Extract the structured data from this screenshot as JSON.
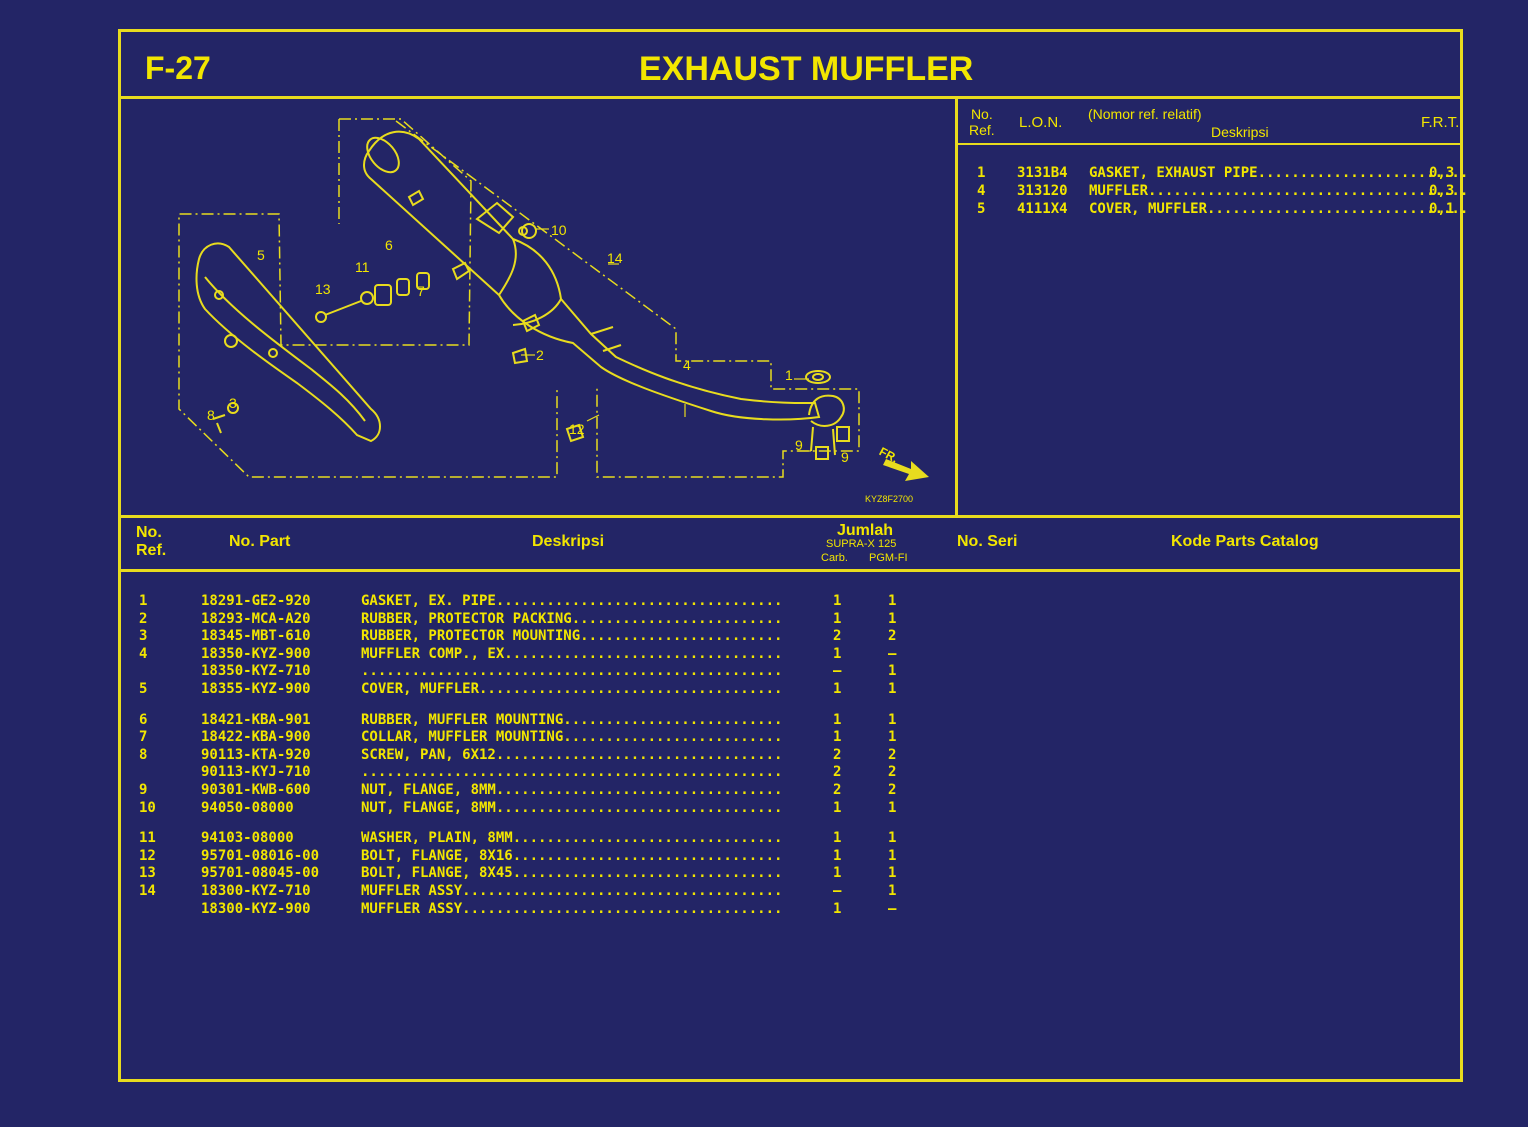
{
  "header": {
    "code": "F-27",
    "title": "EXHAUST MUFFLER"
  },
  "diagram": {
    "drawing_code": "KYZ8F2700",
    "arrow_label": "FR.",
    "callouts": [
      "1",
      "2",
      "3",
      "4",
      "5",
      "6",
      "7",
      "8",
      "9",
      "9",
      "10",
      "11",
      "12",
      "13",
      "14"
    ]
  },
  "frt_table": {
    "headers": {
      "no_ref": [
        "No.",
        "Ref."
      ],
      "lon": "L.O.N.",
      "nomor_ref": "(Nomor ref. relatif)",
      "deskripsi": "Deskripsi",
      "frt": "F.R.T."
    },
    "rows": [
      {
        "ref": "1",
        "lon": "3131B4",
        "desc": "GASKET, EXHAUST PIPE",
        "frt": "0,3"
      },
      {
        "ref": "4",
        "lon": "313120",
        "desc": "MUFFLER",
        "frt": "0,3"
      },
      {
        "ref": "5",
        "lon": "4111X4",
        "desc": "COVER, MUFFLER",
        "frt": "0,1"
      }
    ]
  },
  "parts_table": {
    "headers": {
      "no_ref": [
        "No.",
        "Ref."
      ],
      "no_part": "No. Part",
      "deskripsi": "Deskripsi",
      "jumlah": "Jumlah",
      "model": "SUPRA-X 125",
      "carb": "Carb.",
      "pgmfi": "PGM-FI",
      "no_seri": "No. Seri",
      "kode": "Kode Parts Catalog"
    },
    "groups": [
      [
        {
          "ref": "1",
          "part": "18291-GE2-920",
          "desc": "GASKET, EX. PIPE",
          "carb": "1",
          "pgm": "1"
        },
        {
          "ref": "2",
          "part": "18293-MCA-A20",
          "desc": "RUBBER, PROTECTOR PACKING",
          "carb": "1",
          "pgm": "1"
        },
        {
          "ref": "3",
          "part": "18345-MBT-610",
          "desc": "RUBBER, PROTECTOR MOUNTING",
          "carb": "2",
          "pgm": "2"
        },
        {
          "ref": "4",
          "part": "18350-KYZ-900",
          "desc": "MUFFLER COMP., EX.",
          "carb": "1",
          "pgm": "–"
        },
        {
          "ref": "",
          "part": "18350-KYZ-710",
          "desc": "",
          "carb": "–",
          "pgm": "1"
        },
        {
          "ref": "5",
          "part": "18355-KYZ-900",
          "desc": "COVER, MUFFLER",
          "carb": "1",
          "pgm": "1"
        }
      ],
      [
        {
          "ref": "6",
          "part": "18421-KBA-901",
          "desc": "RUBBER, MUFFLER MOUNTING",
          "carb": "1",
          "pgm": "1"
        },
        {
          "ref": "7",
          "part": "18422-KBA-900",
          "desc": "COLLAR, MUFFLER MOUNTING",
          "carb": "1",
          "pgm": "1"
        },
        {
          "ref": "8",
          "part": "90113-KTA-920",
          "desc": "SCREW, PAN, 6X12",
          "carb": "2",
          "pgm": "2"
        },
        {
          "ref": "",
          "part": "90113-KYJ-710",
          "desc": "",
          "carb": "2",
          "pgm": "2"
        },
        {
          "ref": "9",
          "part": "90301-KWB-600",
          "desc": "NUT, FLANGE, 8MM",
          "carb": "2",
          "pgm": "2"
        },
        {
          "ref": "10",
          "part": "94050-08000",
          "desc": "NUT, FLANGE, 8MM",
          "carb": "1",
          "pgm": "1"
        }
      ],
      [
        {
          "ref": "11",
          "part": "94103-08000",
          "desc": "WASHER, PLAIN, 8MM",
          "carb": "1",
          "pgm": "1"
        },
        {
          "ref": "12",
          "part": "95701-08016-00",
          "desc": "BOLT, FLANGE, 8X16",
          "carb": "1",
          "pgm": "1"
        },
        {
          "ref": "13",
          "part": "95701-08045-00",
          "desc": "BOLT, FLANGE, 8X45",
          "carb": "1",
          "pgm": "1"
        },
        {
          "ref": "14",
          "part": "18300-KYZ-710",
          "desc": "MUFFLER ASSY",
          "carb": "–",
          "pgm": "1"
        },
        {
          "ref": "",
          "part": "18300-KYZ-900",
          "desc": "MUFFLER ASSY",
          "carb": "1",
          "pgm": "–"
        }
      ]
    ]
  }
}
